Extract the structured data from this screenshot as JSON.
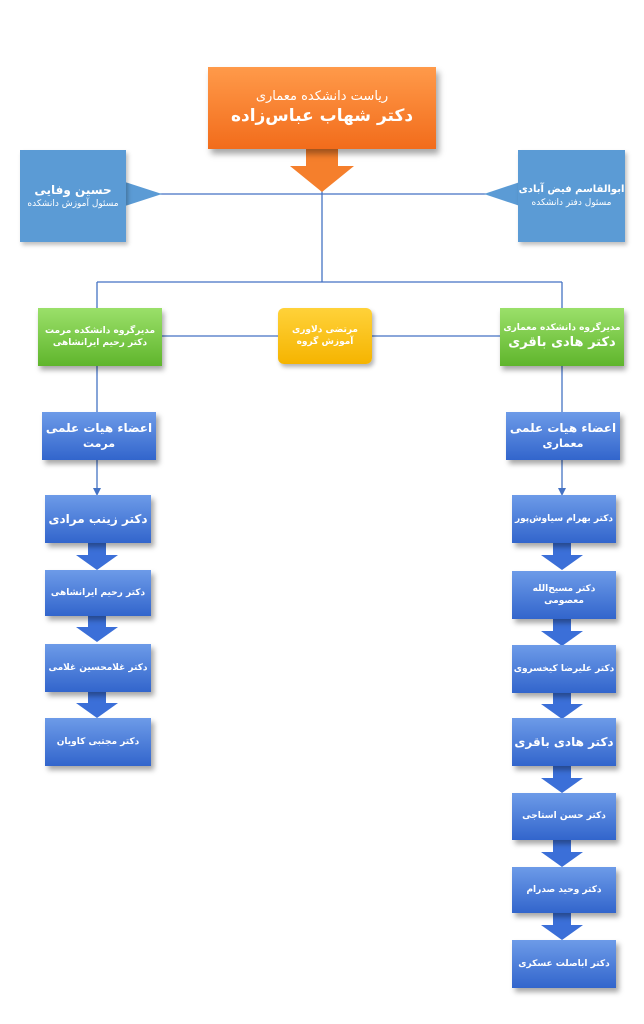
{
  "head": {
    "line1": "ریاست دانشکده معماری",
    "line2": "دکتر شهاب عباس‌زاده"
  },
  "left_top": {
    "name": "حسین وفایی",
    "role": "مسئول آموزش دانشکده"
  },
  "right_top": {
    "name": "ابوالقاسم فیض آبادی",
    "role": "مسئول دفتر دانشکده"
  },
  "left_group": {
    "line1": "مدیرگروه دانشکده مرمت",
    "line2": "دکتر رحیم ایرانشاهی"
  },
  "center": {
    "line1": "مرتضی دلاوری",
    "line2": "آموزش گروه"
  },
  "right_group": {
    "line1": "مدیرگروه دانشکده معماری",
    "line2": "دکتر هادی باقری"
  },
  "left_faculty": {
    "line1": "اعضاء هیات علمی",
    "line2": "مرمت"
  },
  "right_faculty": {
    "line1": "اعضاء هیات علمی",
    "line2": "معماری"
  },
  "left_members": [
    "دکتر زینب مرادی",
    "دکتر رحیم ایرانشاهی",
    "دکتر غلامحسین غلامی",
    "دکتر مجتبی کاویان"
  ],
  "right_members": [
    "دکتر بهرام سیاوش‌پور",
    "دکتر مسیح‌الله معصومی",
    "دکتر علیرضا کیخسروی",
    "دکتر هادی باقری",
    "دکتر حسن استاجی",
    "دکتر وحید صدرام",
    "دکتر اباصلت عسکری"
  ],
  "colors": {
    "orange": "#f26c1b",
    "light_blue": "#5b9bd5",
    "green": "#5fb52c",
    "yellow": "#f5b400",
    "dark_blue": "#3265cc",
    "line": "#4472c4"
  }
}
